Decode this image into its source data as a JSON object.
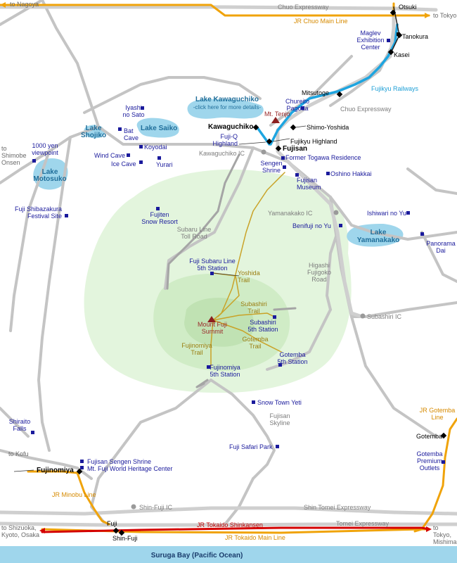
{
  "colors": {
    "road": "#bdbdbd",
    "expressway": "#c8c8c8",
    "jr_line": "#f0a30a",
    "shinkansen": "#d40000",
    "fujikyu": "#1ea5e0",
    "lake": "#9fd6ec",
    "forest_light": "#e2f5dc",
    "forest_mid": "#cdebc3",
    "forest_dark": "#b9dfad",
    "trail": "#c9a227",
    "poi_marker": "#1a1a9c",
    "sea": "#9fd6ec"
  },
  "labels": {
    "to_nagoya": "to Nagoya",
    "chuo_expressway_top": "Chuo Expressway",
    "otsuki": "Otsuki",
    "to_tokyo_top": "to Tokyo",
    "jr_chuo_main_line": "JR Chuo Main Line",
    "tanokura": "Tanokura",
    "maglev": "Maglev\nExhibition\nCenter",
    "kasei": "Kasei",
    "fujikyu_railways": "Fujikyu Railways",
    "mitsutoge": "Mitsutoge",
    "chureito": "Chureito\nPagoda",
    "chuo_expressway_mid": "Chuo Expressway",
    "lake_kawaguchiko": "Lake Kawaguchiko",
    "lake_kawaguchiko_note": "-click here for more details-",
    "mt_tenjo": "Mt. Tenjo",
    "shimo_yoshida": "Shimo-Yoshida",
    "kawaguchiko": "Kawaguchiko",
    "fujikyu_highland": "Fujikyu Highland",
    "fujiq_highland": "Fuji-Q\nHighland",
    "fujisan": "Fujisan",
    "former_togawa": "Former Togawa Residence",
    "kawaguchiko_ic": "Kawaguchiko IC",
    "sengen_shrine": "Sengen\nShrine",
    "fujisan_museum": "Fujisan\nMuseum",
    "oshino_hakkai": "Oshino Hakkai",
    "iyashi": "Iyashi\nno Sato",
    "lake_saiko": "Lake Saiko",
    "bat_cave": "Bat\nCave",
    "koyodai": "Koyodai",
    "lake_shojiko": "Lake\nShojiko",
    "wind_cave": "Wind Cave",
    "ice_cave": "Ice Cave",
    "yurari": "Yurari",
    "to_shimobe": "to\nShimobe\nOnsen",
    "yen_viewpoint": "1000 yen\nviewpoint",
    "lake_motosuko": "Lake\nMotosuko",
    "shibazakura": "Fuji Shibazakura\nFestival Site",
    "fujiten": "Fujiten\nSnow Resort",
    "yamanakako_ic": "Yamanakako IC",
    "ishiwari": "Ishiwari no Yu",
    "benifuji": "Benifuji no Yu",
    "lake_yamanakako": "Lake\nYamanakako",
    "panorama_dai": "Panorama\nDai",
    "subaru_toll": "Subaru Line\nToll Road",
    "subaru_5th": "Fuji Subaru Line\n5th Station",
    "yoshida_trail": "Yoshida\nTrail",
    "higashi_fujigoko": "Higashi\nFujigoko\nRoad",
    "subashiri_trail": "Subashiri\nTrail",
    "mount_fuji_summit": "Mount Fuji\nSummit",
    "subashiri_5th": "Subashiri\n5th Station",
    "subashiri_ic": "Subashiri IC",
    "fujinomiya_trail": "Fujinomiya\nTrail",
    "gotemba_trail": "Gotemba\nTrail",
    "gotemba_5th": "Gotemba\n5th Station",
    "fujinomiya_5th": "Fujinomiya\n5th Station",
    "snow_town_yeti": "Snow Town Yeti",
    "shiraito": "Shiraito\nFalls",
    "fujisan_skyline": "Fujisan\nSkyline",
    "jr_gotemba_line": "JR Gotemba\nLine",
    "fuji_safari": "Fuji Safari Park",
    "gotemba": "Gotemba",
    "to_kofu": "to Kofu",
    "fujisan_sengen": "Fujisan Sengen Shrine",
    "heritage_center": "Mt. Fuji World Heritage Center",
    "fujinomiya": "Fujinomiya",
    "gotemba_outlets": "Gotemba\nPremium\nOutlets",
    "jr_minobu_line": "JR Minobu Line",
    "shin_fuji_ic": "Shin-Fuji IC",
    "shin_tomei": "Shin Tomei Expressway",
    "fuji": "Fuji",
    "tomei": "Tomei Expressway",
    "to_shizuoka": "to Shizuoka,\nKyoto, Osaka",
    "jr_tokaido_shinkansen": "JR Tokaido Shinkansen",
    "to_tokyo_mishima": "to Tokyo,\nMishima",
    "shin_fuji": "Shin-Fuji",
    "jr_tokaido_main_line": "JR Tokaido Main Line",
    "suruga_bay": "Suruga Bay (Pacific Ocean)"
  }
}
